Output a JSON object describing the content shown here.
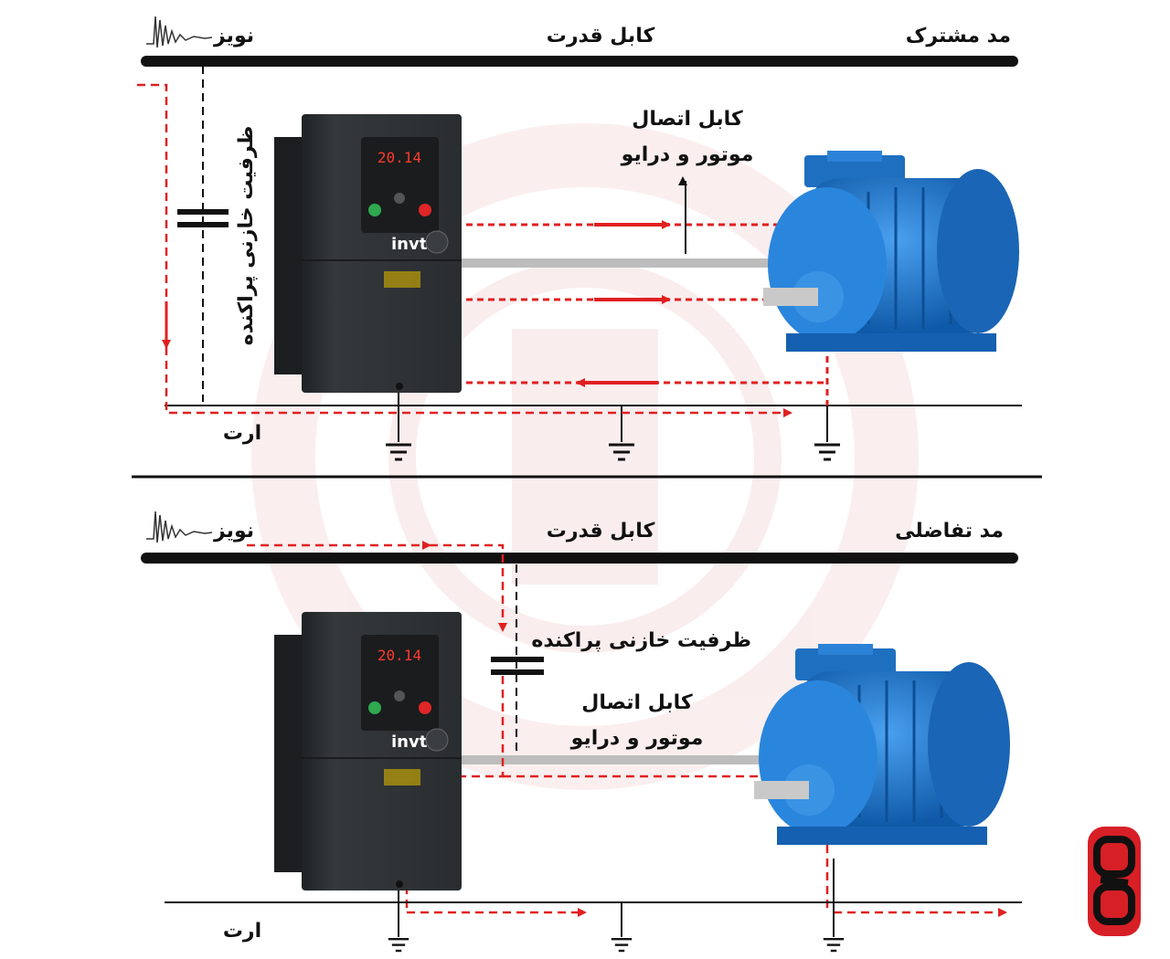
{
  "panels": {
    "common_mode": {
      "mode_label": "مد مشترک",
      "power_cable_label": "کابل قدرت",
      "noise_label": "نویز",
      "capacitance_label": "ظرفیت خازنی پراکنده",
      "connection_cable_label_line1": "کابل اتصال",
      "connection_cable_label_line2": "موتور و درایو",
      "earth_label": "ارت",
      "drive_display": "20.14"
    },
    "differential_mode": {
      "mode_label": "مد تفاضلی",
      "power_cable_label": "کابل قدرت",
      "noise_label": "نویز",
      "capacitance_label": "ظرفیت خازنی پراکنده",
      "connection_cable_label_line1": "کابل اتصال",
      "connection_cable_label_line2": "موتور و درایو",
      "earth_label": "ارت",
      "drive_display": "20.14"
    }
  },
  "drive": {
    "brand": "invt"
  },
  "colors": {
    "noise_path": "#e02020",
    "cable": "#111111",
    "motor_cable": "#bdbdbd",
    "motor_blue": "#1e73c8",
    "drive_body": "#2d3033",
    "logo_red": "#d71f26"
  }
}
